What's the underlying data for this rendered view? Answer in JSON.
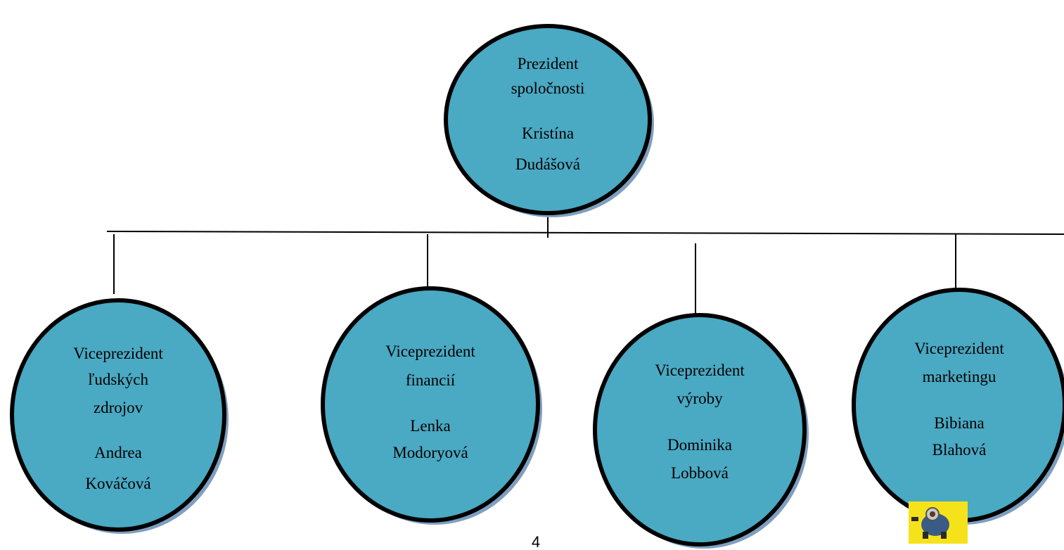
{
  "colors": {
    "node_fill": "#4aa9c3",
    "node_outline": "#000000",
    "node_shadow": "#7f9fc0",
    "connector": "#000000",
    "background": "#ffffff"
  },
  "nodes": {
    "president": {
      "title_lines": [
        "Prezident",
        "spoločnosti"
      ],
      "name_lines": [
        "Kristína",
        "Dudášová"
      ]
    },
    "vp_hr": {
      "title_lines": [
        "Viceprezident",
        "ľudských",
        "zdrojov"
      ],
      "name_lines": [
        "Andrea",
        "Kováčová"
      ]
    },
    "vp_finance": {
      "title_lines": [
        "Viceprezident",
        "financií"
      ],
      "name_lines": [
        "Lenka",
        "Modoryová"
      ]
    },
    "vp_production": {
      "title_lines": [
        "Viceprezident",
        "výroby"
      ],
      "name_lines": [
        "Dominika",
        "Lobbová"
      ]
    },
    "vp_marketing": {
      "title_lines": [
        "Viceprezident",
        "marketingu"
      ],
      "name_lines": [
        "Bibiana",
        "Blahová"
      ]
    }
  },
  "page_number": "4",
  "decoration": {
    "icon": "minion-sticker-icon"
  }
}
